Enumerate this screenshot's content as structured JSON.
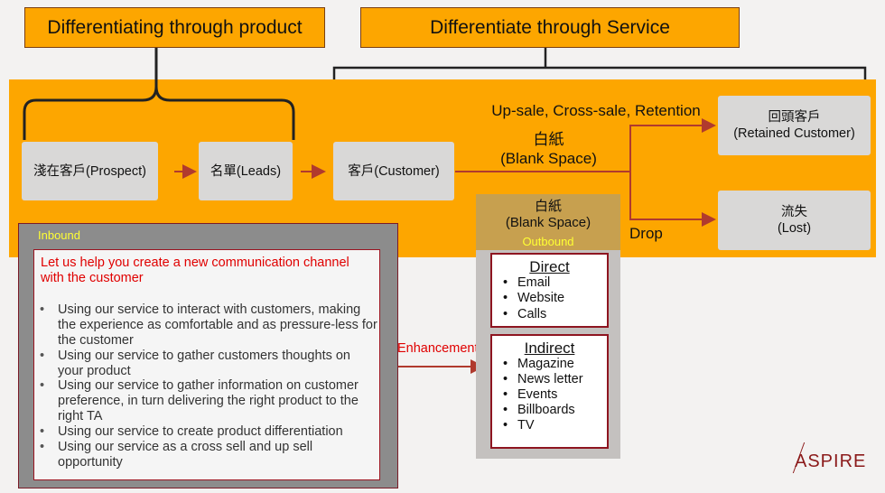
{
  "headers": {
    "product": "Differentiating through product",
    "service": "Differentiate through Service"
  },
  "flow": {
    "prospect": "淺在客戶(Prospect)",
    "leads": "名單(Leads)",
    "customer": "客戶(Customer)",
    "retained_line1": "回頭客戶",
    "retained_line2": "(Retained Customer)",
    "lost_line1": "流失",
    "lost_line2": "(Lost)"
  },
  "labels": {
    "upsale": "Up-sale, Cross-sale, Retention",
    "blank_line1": "白紙",
    "blank_line2": "(Blank Space)",
    "drop": "Drop",
    "enhancement": "Enhancement"
  },
  "inbound": {
    "title": "Inbound",
    "heading": "Let us help you create a new communication channel with the customer",
    "bullets": [
      "Using  our service to interact with customers, making the experience as comfortable and as pressure-less for the customer",
      "Using our service to gather customers thoughts on your product",
      "Using our service to gather information on customer preference, in turn delivering the right product to the right TA",
      "Using our service to  create product differentiation",
      "Using our service as a cross sell and up sell opportunity"
    ]
  },
  "outbound": {
    "title_line1": "白紙",
    "title_line2": "(Blank Space)",
    "subtitle": "Outbound",
    "direct": {
      "title": "Direct",
      "items": [
        "Email",
        "Website",
        "Calls"
      ]
    },
    "indirect": {
      "title": "Indirect",
      "items": [
        "Magazine",
        "News letter",
        "Events",
        "Billboards",
        "TV"
      ]
    }
  },
  "logo": {
    "text": "ASPIRE"
  },
  "colors": {
    "band": "#fda600",
    "arrow": "#b03a2e",
    "accent": "#e00000"
  }
}
